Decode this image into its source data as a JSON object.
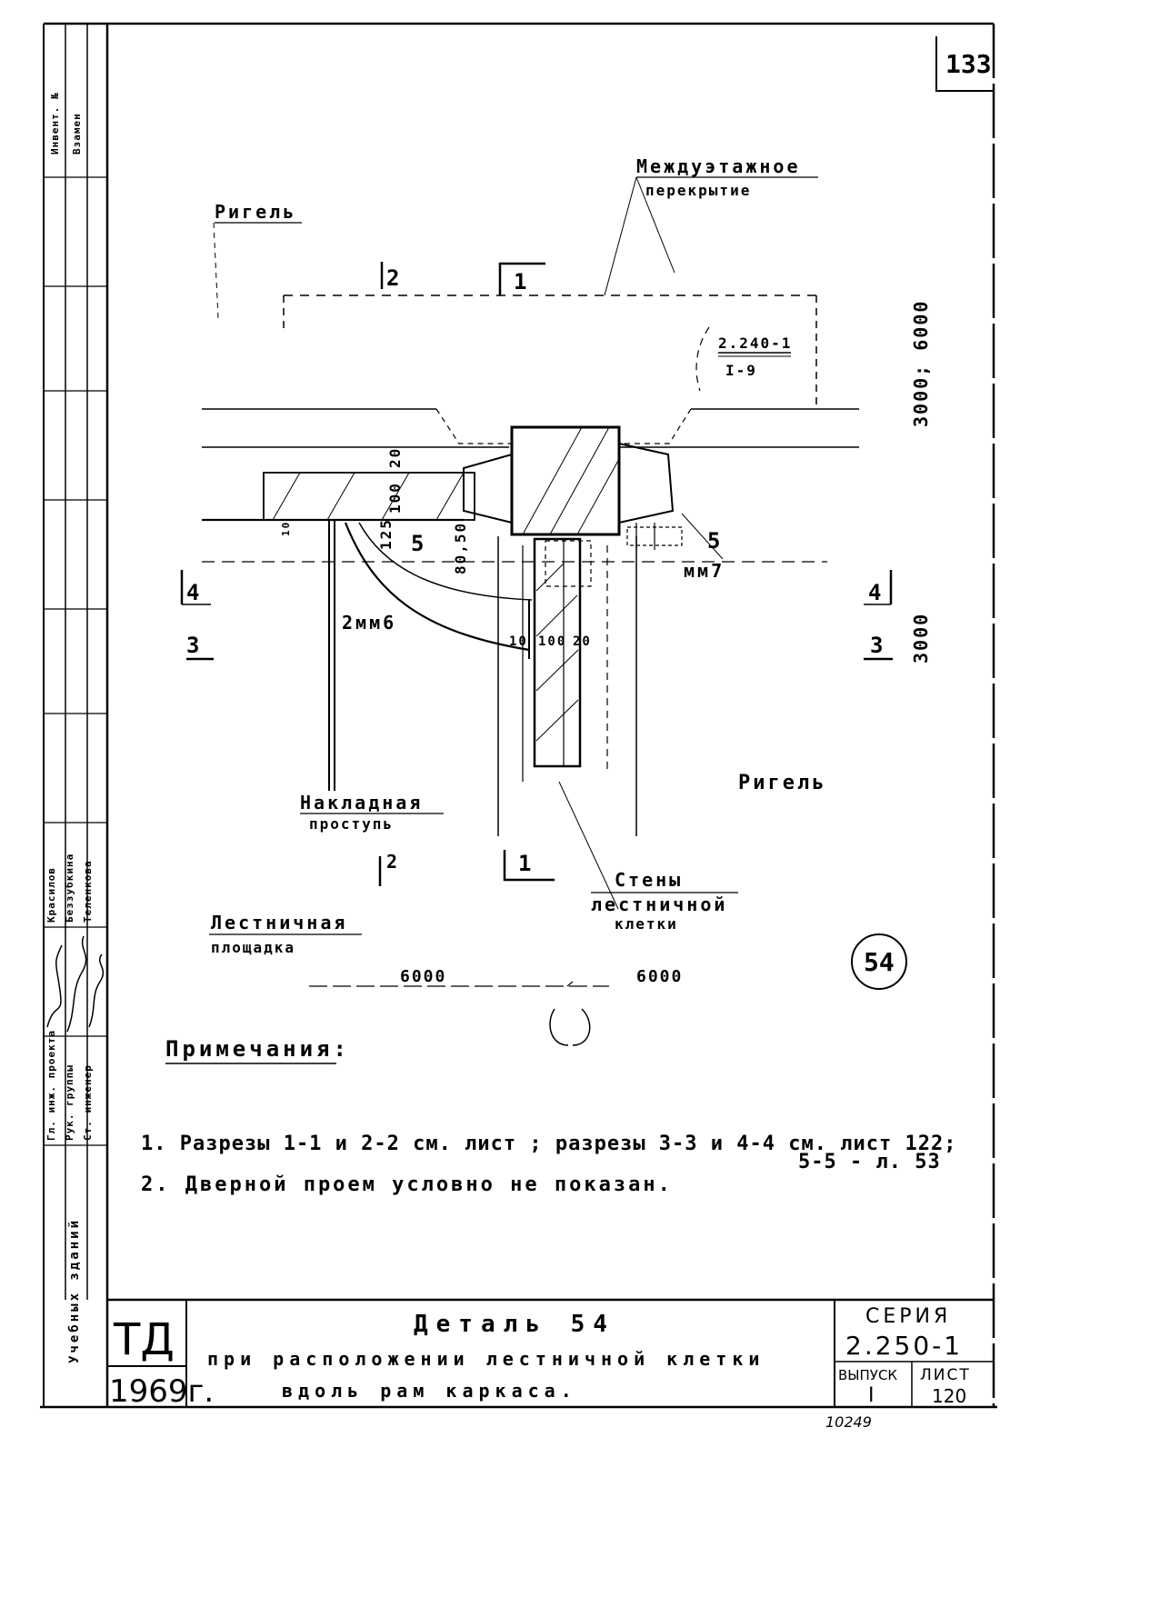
{
  "sheet_number": "133",
  "labels": {
    "rigel_top": "Ригель",
    "floor_line1": "Междуэтажное",
    "floor_line2": "перекрытие",
    "ref_top": "2.240-1",
    "ref_bottom": "I-9",
    "dim_right_upper": "3000; 6000",
    "dim_right_lower": "3000",
    "sec_2_top": "2",
    "sec_1_top": "1",
    "sec_4_left": "4",
    "sec_3_left": "3",
    "sec_4_right": "4",
    "sec_3_right": "3",
    "sec_5_left": "5",
    "sec_5_right": "5",
    "part_2mm6": "2мм6",
    "part_mm7": "мм7",
    "d_100": "100",
    "d_20": "20",
    "d_10": "10",
    "d_125": "125",
    "d_80_50": "80,50",
    "d_10b": "10",
    "d_100b": "100",
    "d_20b": "20",
    "rigel_bottom": "Ригель",
    "tread_line1": "Накладная",
    "tread_line2": "проступь",
    "sec_2_bottom": "2",
    "sec_1_bottom": "1",
    "walls_line1": "Стены",
    "walls_line2": "лестничной",
    "walls_line3": "клетки",
    "landing_line1": "Лестничная",
    "landing_line2": "площадка",
    "dim_6000_left": "6000",
    "dim_6000_right": "6000",
    "detail_no": "54"
  },
  "notes": {
    "heading": "Примечания:",
    "line1": "1. Разрезы 1-1 и 2-2 см. лист   ; разрезы 3-3 и 4-4 см. лист 122;",
    "line1b": "5-5 - л. 53",
    "line2": "2. Дверной проем условно не показан."
  },
  "title_block": {
    "logo": "ТД",
    "year": "1969г.",
    "title1": "Деталь 54",
    "title2": "при расположении лестничной клетки",
    "title3": "вдоль рам каркаса.",
    "series_label": "СЕРИЯ",
    "series_value": "2.250-1",
    "issue_label": "ВЫПУСК",
    "issue_value": "I",
    "sheet_label": "ЛИСТ",
    "sheet_value": "120",
    "archive_no": "10249"
  },
  "side_stamp": {
    "inv_no": "Инвент. №",
    "replaces": "Взамен",
    "roles1": "Гл. инж. проекта",
    "roles2": "Рук. группы",
    "roles3": "Ст. инженер",
    "names1": "Красилов",
    "names2": "Беззубкина",
    "names3": "Теленкова",
    "dept": "Учебных зданий"
  }
}
